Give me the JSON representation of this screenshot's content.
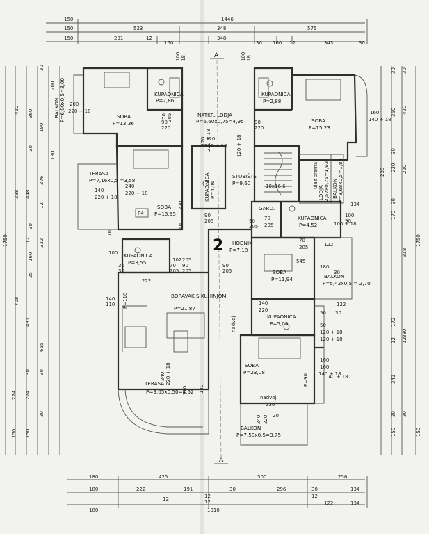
{
  "dimensions_top": {
    "row1": [
      "150",
      "1446"
    ],
    "row2": [
      "150",
      "523",
      "348",
      "575"
    ],
    "row3": [
      "150",
      "291",
      "12",
      "160",
      "348",
      "30",
      "160",
      "12",
      "343",
      "30"
    ],
    "extra": [
      "100",
      "18",
      "100",
      "18"
    ]
  },
  "dimensions_bottom": {
    "row1": [
      "180",
      "425",
      "500",
      "256"
    ],
    "row2": [
      "180",
      "222",
      "191",
      "12",
      "30",
      "296",
      "30",
      "134"
    ],
    "row3": [
      "180",
      "12",
      "12",
      "1010",
      "12",
      "122",
      "134"
    ]
  },
  "dimensions_left": {
    "outer": [
      "1750"
    ],
    "col2": [
      "398",
      "708",
      "655"
    ],
    "col3": [
      "420",
      "448",
      "332",
      "431",
      "224",
      "150"
    ],
    "col4": [
      "360",
      "276",
      "160",
      "224",
      "150"
    ],
    "small": [
      "30",
      "12",
      "12",
      "25",
      "30",
      "30",
      "30",
      "200",
      "180",
      "190",
      "30",
      "30"
    ]
  },
  "dimensions_right": {
    "outer": [
      "1750"
    ],
    "col2": [
      "420",
      "230",
      "318",
      "880",
      "150"
    ],
    "col3": [
      "360",
      "220",
      "170",
      "172",
      "341",
      "150"
    ],
    "small": [
      "30",
      "30",
      "30",
      "30",
      "12",
      "12",
      "30",
      "30",
      "230"
    ]
  },
  "section_labels": [
    "A",
    "A"
  ],
  "apartment_number": "2",
  "plan_tag": "P4",
  "rooms": [
    {
      "name": "BALKON",
      "area": "P=6,00x0,5=3,00"
    },
    {
      "name": "SOBA",
      "area": "P=13,36"
    },
    {
      "name": "KUPAONICA",
      "area": "P=2,86"
    },
    {
      "name": "NATKR. LODJA",
      "area": "P=6,60x0,75=4,95"
    },
    {
      "name": "KUPAONICA",
      "area": "P=2,88"
    },
    {
      "name": "SOBA",
      "area": "P=15,23"
    },
    {
      "name": "TERASA",
      "area": "P=7,16x0,5 =3,58"
    },
    {
      "name": "KUPAONICA",
      "area": "P=4,46"
    },
    {
      "name": "STUBIŠTE",
      "area": "P=9,60"
    },
    {
      "name": "LODJA",
      "area": "2,57x0,75=1,93"
    },
    {
      "name": "BALKON",
      "area": "P=3,68x0,5=1,84"
    },
    {
      "name": "SOBA",
      "area": "P=15,95"
    },
    {
      "name": "GARD.",
      "area": ""
    },
    {
      "name": "KUPAONICA",
      "area": "P=4,52"
    },
    {
      "name": "HODNIK",
      "area": "P=7,18"
    },
    {
      "name": "KUPAONICA",
      "area": "P=3,55"
    },
    {
      "name": "SOBA",
      "area": "P=11,94"
    },
    {
      "name": "BALKON",
      "area": "P=5,42x0,5 = 2,70"
    },
    {
      "name": "BORAVAK S KUHINJOM",
      "area": "P=21,87"
    },
    {
      "name": "KUPAONICA",
      "area": "P=5,09"
    },
    {
      "name": "SOBA",
      "area": "P=23,08"
    },
    {
      "name": "TERASA",
      "area": "P=9,05x0,50=4,52"
    },
    {
      "name": "BALKON",
      "area": "P=7,50x0,5=3,75"
    }
  ],
  "door_window_labels": [
    "200",
    "220 + 18",
    "90",
    "220",
    "70",
    "205",
    "90",
    "220",
    "120",
    "220 + 18",
    "240",
    "220 + 18",
    "90",
    "205",
    "100",
    "70",
    "205",
    "90",
    "205",
    "70",
    "205",
    "50",
    "120 + 18",
    "140",
    "220",
    "160",
    "140 + 18",
    "90",
    "205",
    "70",
    "205",
    "240",
    "220 + 18",
    "90",
    "205",
    "70",
    "100",
    "140",
    "110",
    "102",
    "205",
    "120",
    "220",
    "160",
    "140 + 18",
    "P=90",
    "240",
    "220",
    "20",
    "180",
    "30",
    "545",
    "122",
    "122",
    "30",
    "50",
    "120 + 18",
    "90",
    "100 + 18",
    "134",
    "140",
    "220 + 18",
    "160",
    "140 + 18",
    "120",
    "220 + 18",
    "nadvoj",
    "nadvoj",
    "230",
    "18x16,6",
    "ulaz prema",
    "120 + 18",
    "P=110",
    "222",
    "220",
    "60",
    "30",
    "30"
  ]
}
